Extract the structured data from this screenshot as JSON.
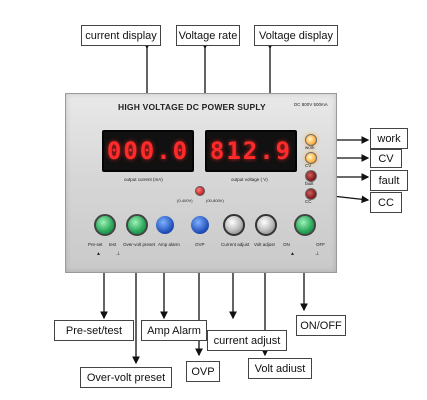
{
  "panel": {
    "title": "HIGH VOLTAGE DC POWER SUPLY",
    "spec": "DC 800V 500mA",
    "current_meter_value": "000.0",
    "voltage_meter_value": "812.9",
    "current_meter_label": "output current (mA)",
    "voltage_meter_label": "output voltage ( V)",
    "range_low": "(0-400V)",
    "range_high": "(00-800V)",
    "lamps": {
      "work": "work",
      "cv": "CV",
      "fault": "fault",
      "cc": "CC"
    },
    "knobs": {
      "preset": "Pre-set",
      "test": "test",
      "overvolt_preset": "Over-volt preset",
      "amp_alarm": "Amp alarm",
      "ovp": "OVP",
      "current_adjust": "Current adjust",
      "volt_adjust": "Volt adjust",
      "on": "ON",
      "off": "OFF"
    }
  },
  "callouts": {
    "current_display": "current display",
    "voltage_rate": "Voltage rate",
    "voltage_display": "Voltage display",
    "work": "work",
    "cv": "CV",
    "fault": "fault",
    "cc": "CC",
    "preset_test": "Pre-set/test",
    "over_volt_preset": "Over-volt preset",
    "amp_alarm": "Amp Alarm",
    "ovp": "OVP",
    "current_adjust": "current adjust",
    "volt_adjust": "Volt adiust",
    "on_off": "ON/OFF"
  },
  "colors": {
    "led_red": "#ff2a2a",
    "lamp_on": "#ffb347",
    "lamp_off": "#7a1212",
    "knob_green": "#27a557",
    "knob_blue": "#1f4fb8"
  }
}
